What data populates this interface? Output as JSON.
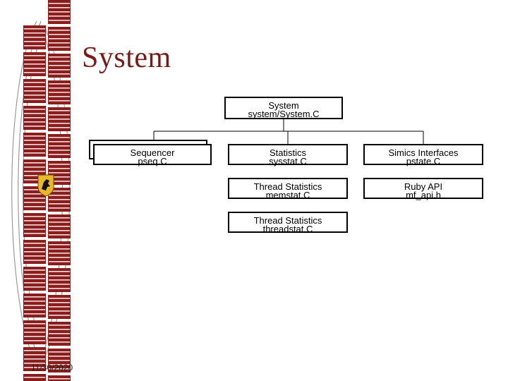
{
  "slide": {
    "title": "System",
    "date": "11/30/2020",
    "title_color": "#7a1a16",
    "binding_color": "#8b1d1d"
  },
  "diagram": {
    "root": {
      "name": "System",
      "file": "system/System.C"
    },
    "nodes": [
      {
        "id": "sequencer",
        "name": "Sequencer",
        "file": "pseq.C",
        "stacked": true
      },
      {
        "id": "statistics",
        "name": "Statistics",
        "file": "sysstat.C"
      },
      {
        "id": "simics-interfaces",
        "name": "Simics Interfaces",
        "file": "pstate.C"
      },
      {
        "id": "thread-statistics-mem",
        "name": "Thread Statistics",
        "file": "memstat.C"
      },
      {
        "id": "ruby-api",
        "name": "Ruby API",
        "file": "mf_api.h"
      },
      {
        "id": "thread-statistics-thread",
        "name": "Thread Statistics",
        "file": "threadstat.C"
      }
    ]
  },
  "decor": {
    "logo_icon": "horse-crest-icon"
  }
}
